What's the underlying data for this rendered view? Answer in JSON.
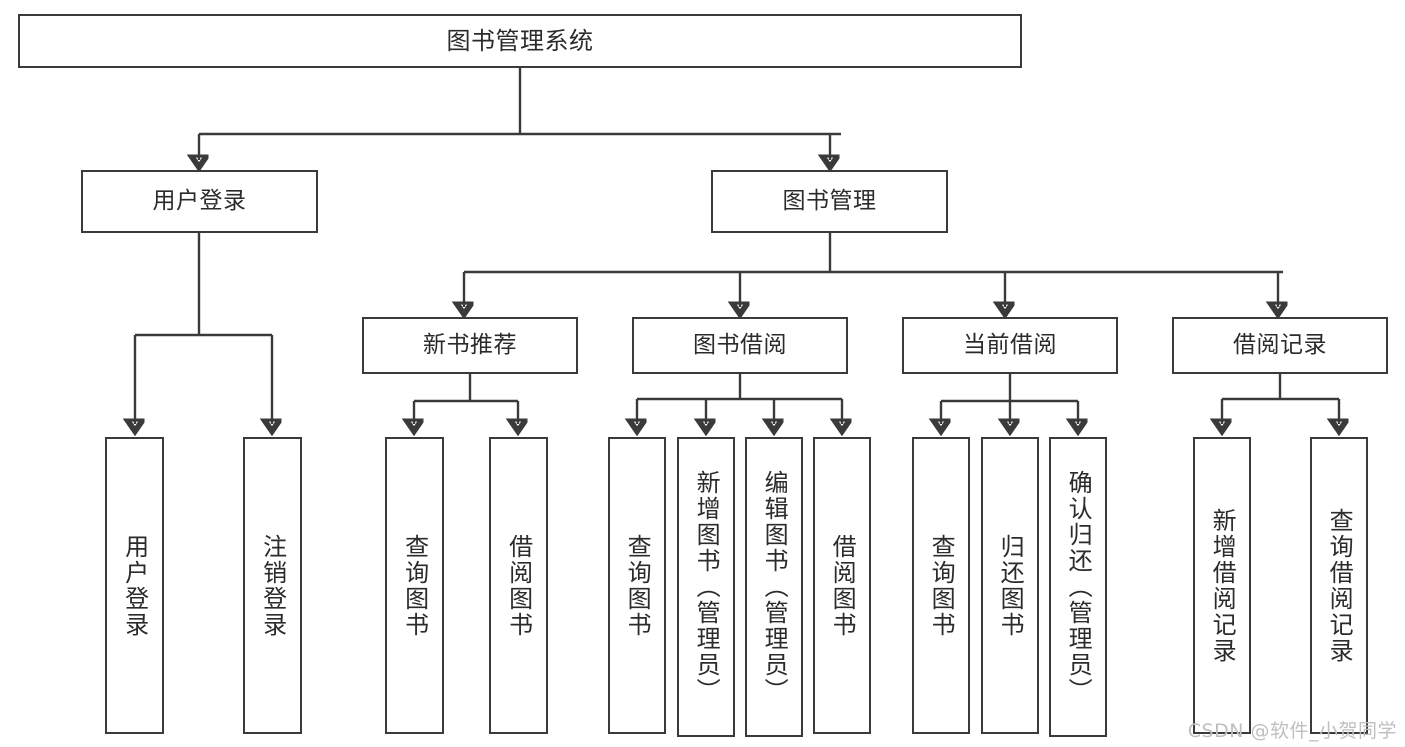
{
  "diagram": {
    "title": "图书管理系统",
    "type": "functional-structure-tree",
    "root": {
      "id": "root",
      "label": "图书管理系统"
    },
    "level1": [
      {
        "id": "user-login",
        "label": "用户登录"
      },
      {
        "id": "book-management",
        "label": "图书管理"
      }
    ],
    "level2": [
      {
        "id": "new-book-recommend",
        "label": "新书推荐",
        "parent": "book-management"
      },
      {
        "id": "book-borrow",
        "label": "图书借阅",
        "parent": "book-management"
      },
      {
        "id": "current-borrow",
        "label": "当前借阅",
        "parent": "book-management"
      },
      {
        "id": "borrow-record",
        "label": "借阅记录",
        "parent": "book-management"
      }
    ],
    "leaves": {
      "user_login": [
        {
          "id": "leaf-user-login",
          "label": "用户登录"
        },
        {
          "id": "leaf-logout-login",
          "label": "注销登录"
        }
      ],
      "new_book_recommend": [
        {
          "id": "leaf-query-book-1",
          "label": "查询图书"
        },
        {
          "id": "leaf-borrow-book-1",
          "label": "借阅图书"
        }
      ],
      "book_borrow": [
        {
          "id": "leaf-query-book-2",
          "label": "查询图书"
        },
        {
          "id": "leaf-add-book",
          "label": "新增图书（管理员）"
        },
        {
          "id": "leaf-edit-book",
          "label": "编辑图书（管理员）"
        },
        {
          "id": "leaf-borrow-book-2",
          "label": "借阅图书"
        }
      ],
      "current_borrow": [
        {
          "id": "leaf-query-book-3",
          "label": "查询图书"
        },
        {
          "id": "leaf-return-book",
          "label": "归还图书"
        },
        {
          "id": "leaf-confirm-return",
          "label": "确认归还（管理员）"
        }
      ],
      "borrow_record": [
        {
          "id": "leaf-add-record",
          "label": "新增借阅记录"
        },
        {
          "id": "leaf-query-record",
          "label": "查询借阅记录"
        }
      ]
    }
  },
  "watermark": {
    "text": "CSDN @软件_小贺同学"
  },
  "colors": {
    "stroke": "#3a3a3a",
    "text": "#2b2b2b",
    "background": "#ffffff",
    "watermark": "#bfbfbf"
  }
}
